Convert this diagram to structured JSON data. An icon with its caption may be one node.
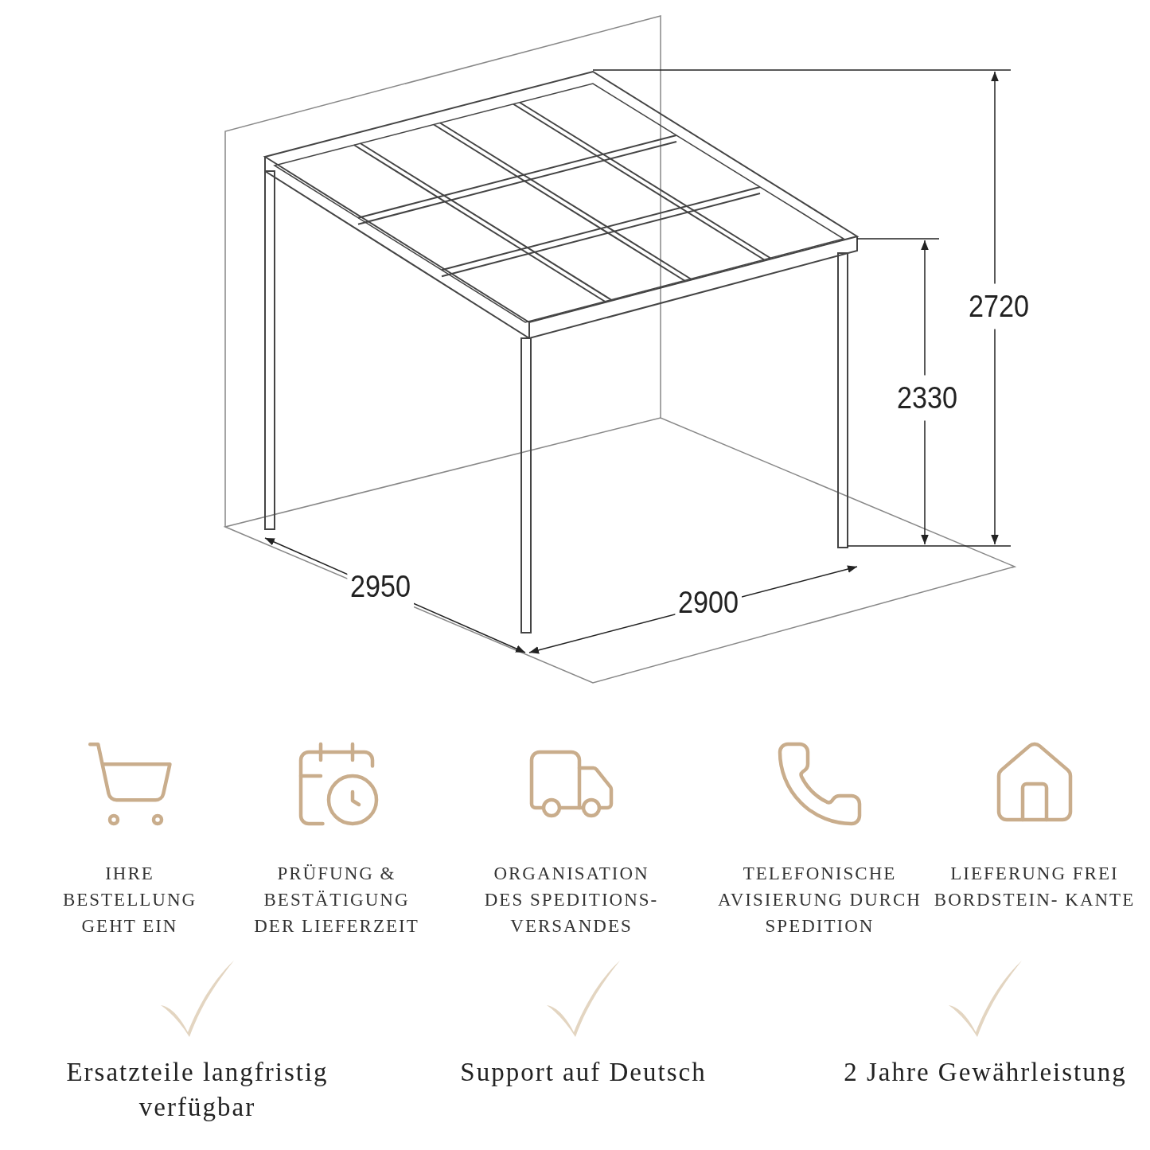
{
  "diagram": {
    "labels": [
      "2720",
      "2330",
      "2950",
      "2900",
      "IHRE BESTELLUNG GEHT EIN",
      "PRÜFUNG & BESTÄTIGUNG DER LIEFERZEIT",
      "ORGANISATION DES SPEDITIONS- VERSANDES",
      "TELEFONISCHE AVISIERUNG DURCH SPEDITION",
      "LIEFERUNG FREI BORDSTEIN- KANTE",
      "Ersatzteile langfristig verfügbar",
      "Support auf Deutsch",
      "2 Jahre Gewährleistung"
    ]
  }
}
